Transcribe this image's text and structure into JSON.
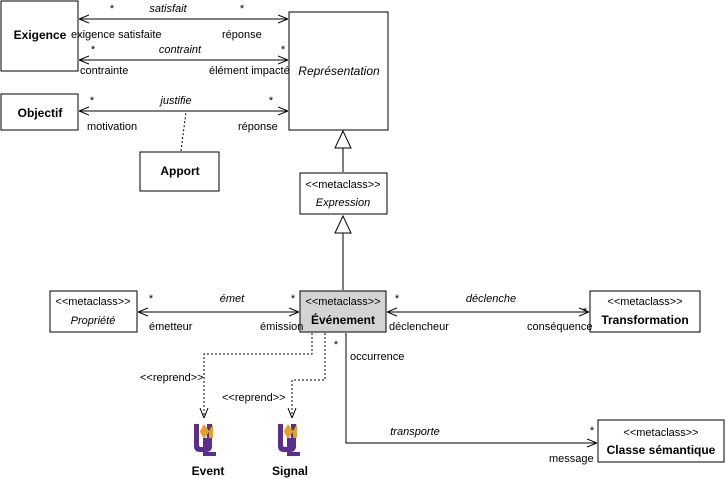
{
  "classes": {
    "exigence": "Exigence",
    "objectif": "Objectif",
    "apport": "Apport",
    "representation": "Représentation",
    "expression": {
      "stereotype": "<<metaclass>>",
      "name": "Expression"
    },
    "propriete": {
      "stereotype": "<<metaclass>>",
      "name": "Propriété"
    },
    "evenement": {
      "stereotype": "<<metaclass>>",
      "name": "Événement"
    },
    "transformation": {
      "stereotype": "<<metaclass>>",
      "name": "Transformation"
    },
    "classe_semantique": {
      "stereotype": "<<metaclass>>",
      "name": "Classe sémantique"
    }
  },
  "associations": {
    "satisfait": {
      "name": "satisfait",
      "left_mult": "*",
      "right_mult": "*",
      "left_role": "exigence satisfaite",
      "right_role": "réponse"
    },
    "contraint": {
      "name": "contraint",
      "left_mult": "*",
      "right_mult": "*",
      "left_role": "contrainte",
      "right_role": "élément impacté"
    },
    "justifie": {
      "name": "justifie",
      "left_mult": "*",
      "right_mult": "*",
      "left_role": "motivation",
      "right_role": "réponse"
    },
    "emet": {
      "name": "émet",
      "left_mult": "*",
      "right_mult": "*",
      "left_role": "émetteur",
      "right_role": "émission"
    },
    "declenche": {
      "name": "déclenche",
      "left_mult": "*",
      "right_mult": "*",
      "left_role": "déclencheur",
      "right_role": "conséquence"
    },
    "transporte": {
      "name": "transporte",
      "source_mult": "*",
      "target_mult": "*",
      "source_role": "occurrence",
      "target_role": "message"
    }
  },
  "dependencies": {
    "reprend_event": "<<reprend>>",
    "reprend_signal": "<<reprend>>"
  },
  "uml_elements": {
    "event": "Event",
    "signal": "Signal"
  },
  "colors": {
    "line": "#000000",
    "highlight_fill": "#d3d3d3",
    "uml_purple": "#5b2d8e",
    "uml_orange": "#e8a020"
  }
}
